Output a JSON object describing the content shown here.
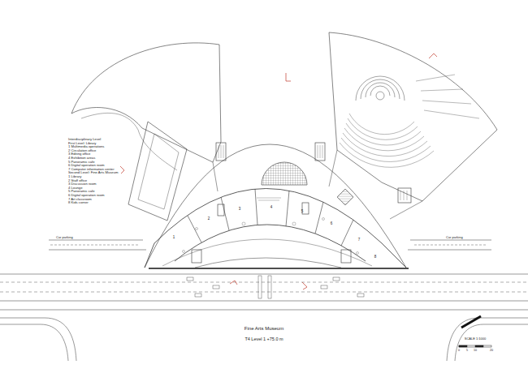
{
  "diagram": {
    "title": "Fine Arts Museum",
    "caption": "T4 Level 1 +75.0 m",
    "labels": [
      "Interdisciplinary Level",
      "First Level: Library",
      "1 Multimedia operations",
      "2 Circulation office",
      "3 Editing office",
      "4 Exhibition areas",
      "5 Panoramic cafe",
      "6 Digital operation room",
      "7 Computer information center",
      "Second Level: Fine Arts Museum",
      "1 Library",
      "2 Staff office",
      "3 Discussion room",
      "4 Lounge",
      "5 Panoramic cafe",
      "6 Digital operation room",
      "7 Art classroom",
      "8 Kids corner",
      "Car parking",
      "Car parking",
      "1",
      "2",
      "3",
      "4",
      "5",
      "6",
      "7",
      "8",
      "SCALE 1:1000",
      "0",
      "5",
      "10",
      "20"
    ]
  }
}
